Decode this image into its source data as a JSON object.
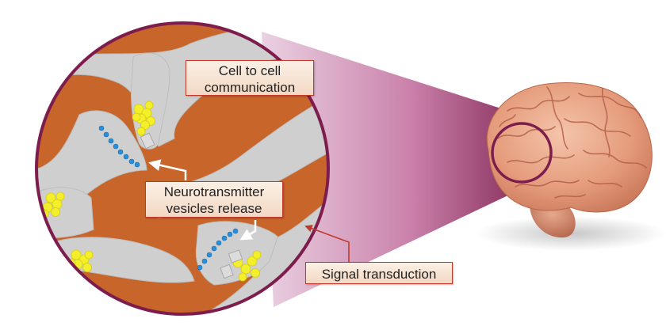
{
  "labels": {
    "cell_communication": [
      "Cell to cell",
      "communication"
    ],
    "neurotransmitter": [
      "Neurotransmitter",
      "vesicles release"
    ],
    "signal_transduction": "Signal transduction"
  },
  "colors": {
    "tissue": "#c8652a",
    "neuron": "#cfcfcf",
    "ring": "#7d1d4e",
    "vesicle": "#f3ef2a",
    "receptor": "#2a8fd9",
    "brain": "#e8a083",
    "callout_border": "#c0392b",
    "arrow": "#c0392b"
  },
  "icons": [
    "brain-illustration",
    "magnifier-cone",
    "synapse-zoom-circle"
  ]
}
